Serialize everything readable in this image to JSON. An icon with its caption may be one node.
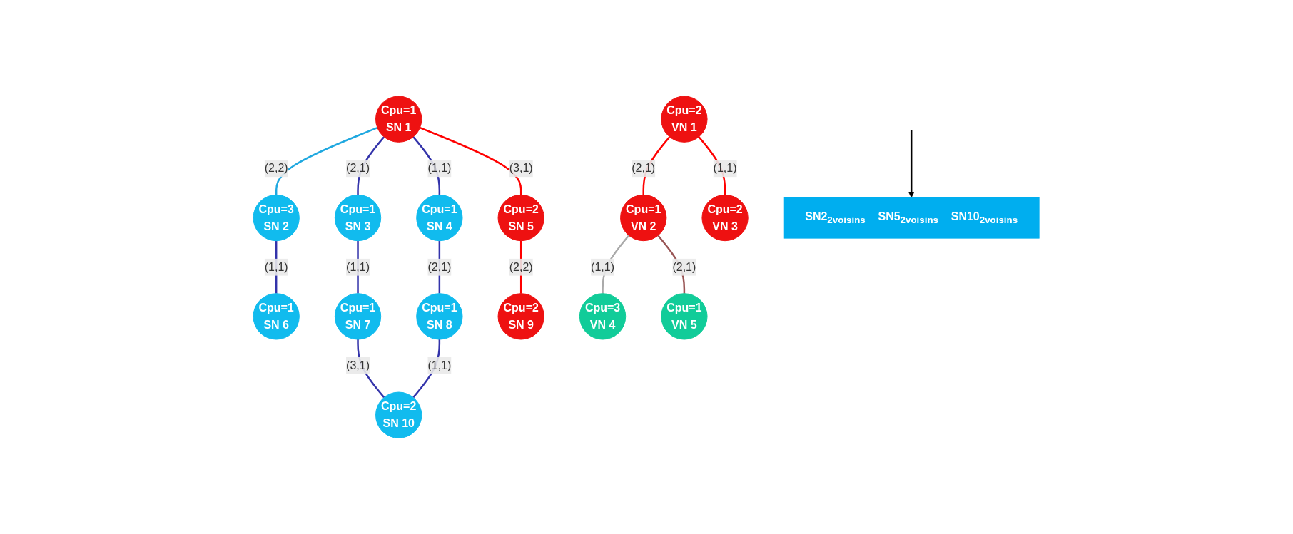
{
  "diagram": {
    "nodes": [
      {
        "text": [
          "Cpu=1",
          "SN 1"
        ]
      },
      {
        "text": [
          "Cpu=3",
          "SN 2"
        ]
      },
      {
        "text": [
          "Cpu=1",
          "SN 3"
        ]
      },
      {
        "text": [
          "Cpu=1",
          "SN 4"
        ]
      },
      {
        "text": [
          "Cpu=2",
          "SN 5"
        ]
      },
      {
        "text": [
          "Cpu=1",
          "SN 6"
        ]
      },
      {
        "text": [
          "Cpu=1",
          "SN 7"
        ]
      },
      {
        "text": [
          "Cpu=1",
          "SN 8"
        ]
      },
      {
        "text": [
          "Cpu=2",
          "SN 9"
        ]
      },
      {
        "text": [
          "Cpu=2",
          "SN 10"
        ]
      },
      {
        "text": [
          "Cpu=2",
          "VN 1"
        ]
      },
      {
        "text": [
          "Cpu=1",
          "VN 2"
        ]
      },
      {
        "text": [
          "Cpu=2",
          "VN 3"
        ]
      },
      {
        "text": [
          "Cpu=3",
          "VN 4"
        ]
      },
      {
        "text": [
          "Cpu=1",
          "VN 5"
        ]
      },
      {
        "text": [
          "SN2$_{2voisins}$",
          "SN5$_{2voisins}$",
          "SN10$_{2voisins}$"
        ]
      }
    ],
    "edges": [
      {
        "from": 0,
        "to": 1,
        "arrow": "none",
        "label": "(2,2)",
        "color": "#1fa8e0"
      },
      {
        "from": 0,
        "to": 2,
        "arrow": "none",
        "label": "(2,1)"
      },
      {
        "from": 0,
        "to": 3,
        "arrow": "none",
        "label": "(1,1)"
      },
      {
        "from": 0,
        "to": 4,
        "arrow": "none",
        "label": "(3,1)",
        "color": "#ff0000"
      },
      {
        "from": 1,
        "to": 5,
        "arrow": "none",
        "label": "(1,1)"
      },
      {
        "from": 2,
        "to": 6,
        "arrow": "none",
        "label": "(1,1)"
      },
      {
        "from": 3,
        "to": 7,
        "arrow": "none",
        "label": "(2,1)"
      },
      {
        "from": 4,
        "to": 8,
        "arrow": "none",
        "label": "(2,2)",
        "color": "#ff0000"
      },
      {
        "from": 6,
        "to": 9,
        "arrow": "none",
        "label": "(3,1)"
      },
      {
        "from": 7,
        "to": 9,
        "arrow": "none",
        "label": "(1,1)"
      },
      {
        "from": 10,
        "to": 11,
        "arrow": "none",
        "label": "(2,1)",
        "color": "#ff0000"
      },
      {
        "from": 10,
        "to": 12,
        "arrow": "none",
        "label": "(1,1)",
        "color": "#ff0000"
      },
      {
        "from": 11,
        "to": 13,
        "arrow": "none",
        "label": "(1,1)",
        "color": "#aaaaaa"
      },
      {
        "from": 11,
        "to": 14,
        "arrow": "none",
        "label": "(2,1)",
        "color": "#995555"
      },
      {
        "from": null,
        "to": 15,
        "arrow": "to",
        "color": "#000000"
      }
    ]
  }
}
